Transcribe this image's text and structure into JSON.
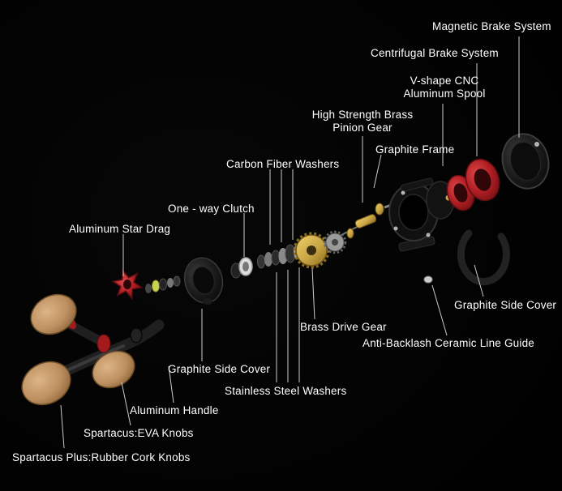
{
  "diagram": {
    "subject": "Baitcasting reel exploded parts view",
    "colors": {
      "background": "#000000",
      "label_text": "#ffffff",
      "leader_line": "#d6d6d6",
      "spool_red": "#b01e23",
      "brass_gold": "#c9a544",
      "cork_tan": "#c89b6a",
      "body_black": "#151515"
    },
    "labels": [
      {
        "id": "magnetic-brake-system",
        "text": "Magnetic Brake System"
      },
      {
        "id": "centrifugal-brake-system",
        "text": "Centrifugal Brake System"
      },
      {
        "id": "v-shape-cnc-aluminum-spool",
        "text": "V-shape CNC",
        "text2": "Aluminum Spool"
      },
      {
        "id": "high-strength-brass-pinion-gear",
        "text": "High Strength Brass",
        "text2": "Pinion Gear"
      },
      {
        "id": "graphite-frame",
        "text": "Graphite Frame"
      },
      {
        "id": "carbon-fiber-washers",
        "text": "Carbon Fiber Washers"
      },
      {
        "id": "one-way-clutch",
        "text": "One - way Clutch"
      },
      {
        "id": "aluminum-star-drag",
        "text": "Aluminum Star Drag"
      },
      {
        "id": "graphite-side-cover-right",
        "text": "Graphite Side Cover"
      },
      {
        "id": "brass-drive-gear",
        "text": "Brass Drive Gear"
      },
      {
        "id": "anti-backlash-ceramic-line-guide",
        "text": "Anti-Backlash Ceramic Line Guide"
      },
      {
        "id": "graphite-side-cover-left",
        "text": "Graphite Side Cover"
      },
      {
        "id": "stainless-steel-washers",
        "text": "Stainless Steel Washers"
      },
      {
        "id": "aluminum-handle",
        "text": "Aluminum Handle"
      },
      {
        "id": "spartacus-eva-knobs",
        "text": "Spartacus:EVA Knobs"
      },
      {
        "id": "spartacus-plus-rubber-cork-knobs",
        "text": "Spartacus Plus:Rubber Cork Knobs"
      }
    ]
  }
}
